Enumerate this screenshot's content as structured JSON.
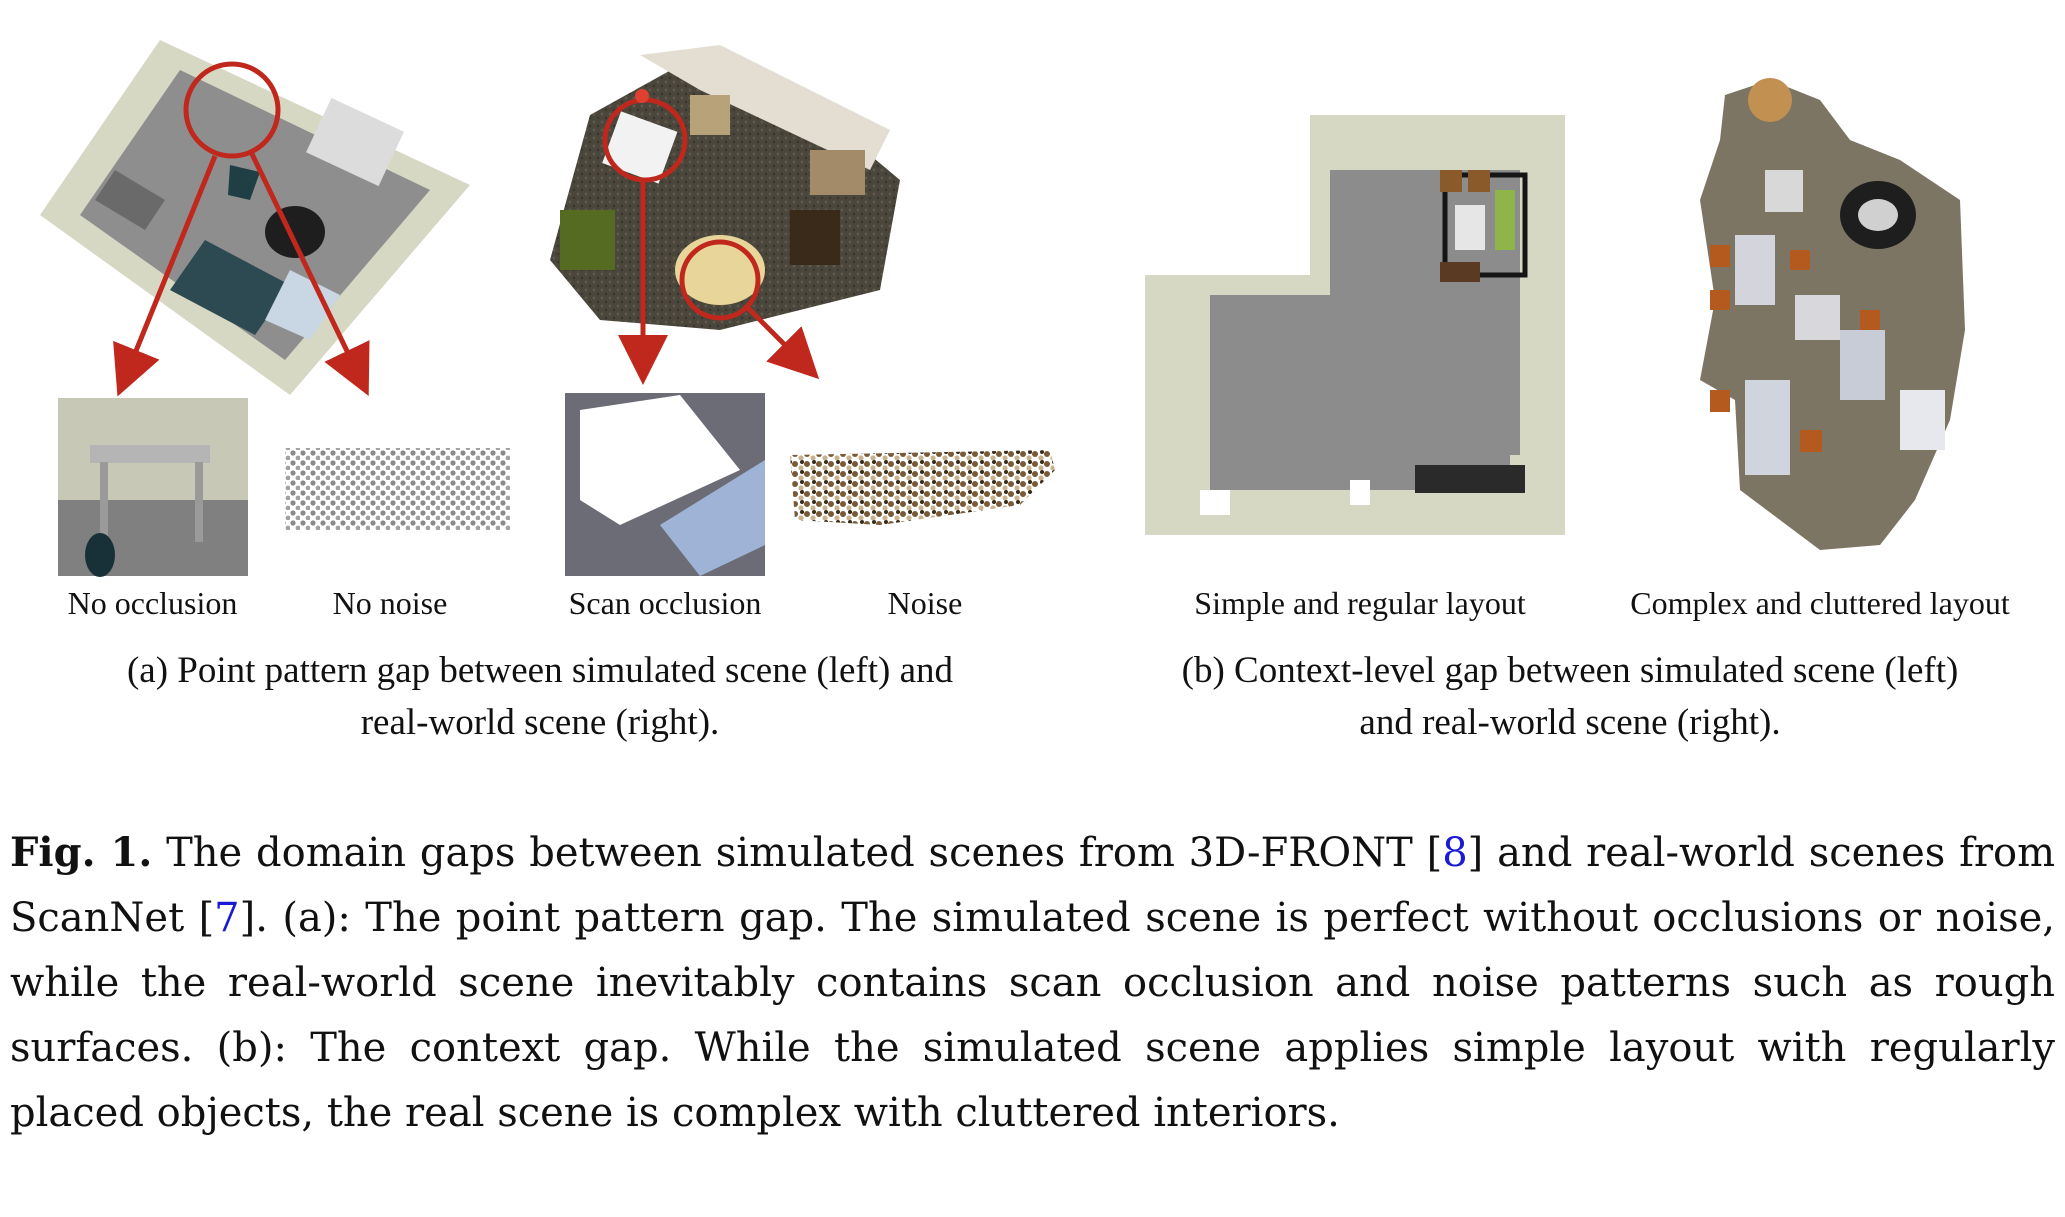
{
  "panel_a": {
    "labels": [
      "No occlusion",
      "No noise",
      "Scan occlusion",
      "Noise"
    ],
    "caption_line1": "(a) Point pattern gap between simulated scene (left) and",
    "caption_line2": "real-world scene (right)."
  },
  "panel_b": {
    "labels": [
      "Simple and regular layout",
      "Complex and cluttered layout"
    ],
    "caption_line1": "(b)  Context-level gap between simulated scene (left)",
    "caption_line2": "and real-world scene (right)."
  },
  "figure_caption": {
    "label": "Fig. 1.",
    "part1": " The domain gaps between simulated scenes from 3D-FRONT [",
    "cite1": "8",
    "part2": "] and real-world scenes from ScanNet [",
    "cite2": "7",
    "part3": "]. (a): The point pattern gap. The simulated scene is perfect without occlusions or noise, while the real-world scene inevitably contains scan occlusion and noise patterns such as rough surfaces. (b): The context gap. While the simulated scene applies simple layout with regularly placed objects, the real scene is complex with cluttered interiors."
  },
  "colors": {
    "arrow_red": "#c0281e",
    "sim_floor": "#8c8c8c",
    "sim_wall": "#d6d8c4",
    "cite_blue": "#1a1ad6"
  }
}
